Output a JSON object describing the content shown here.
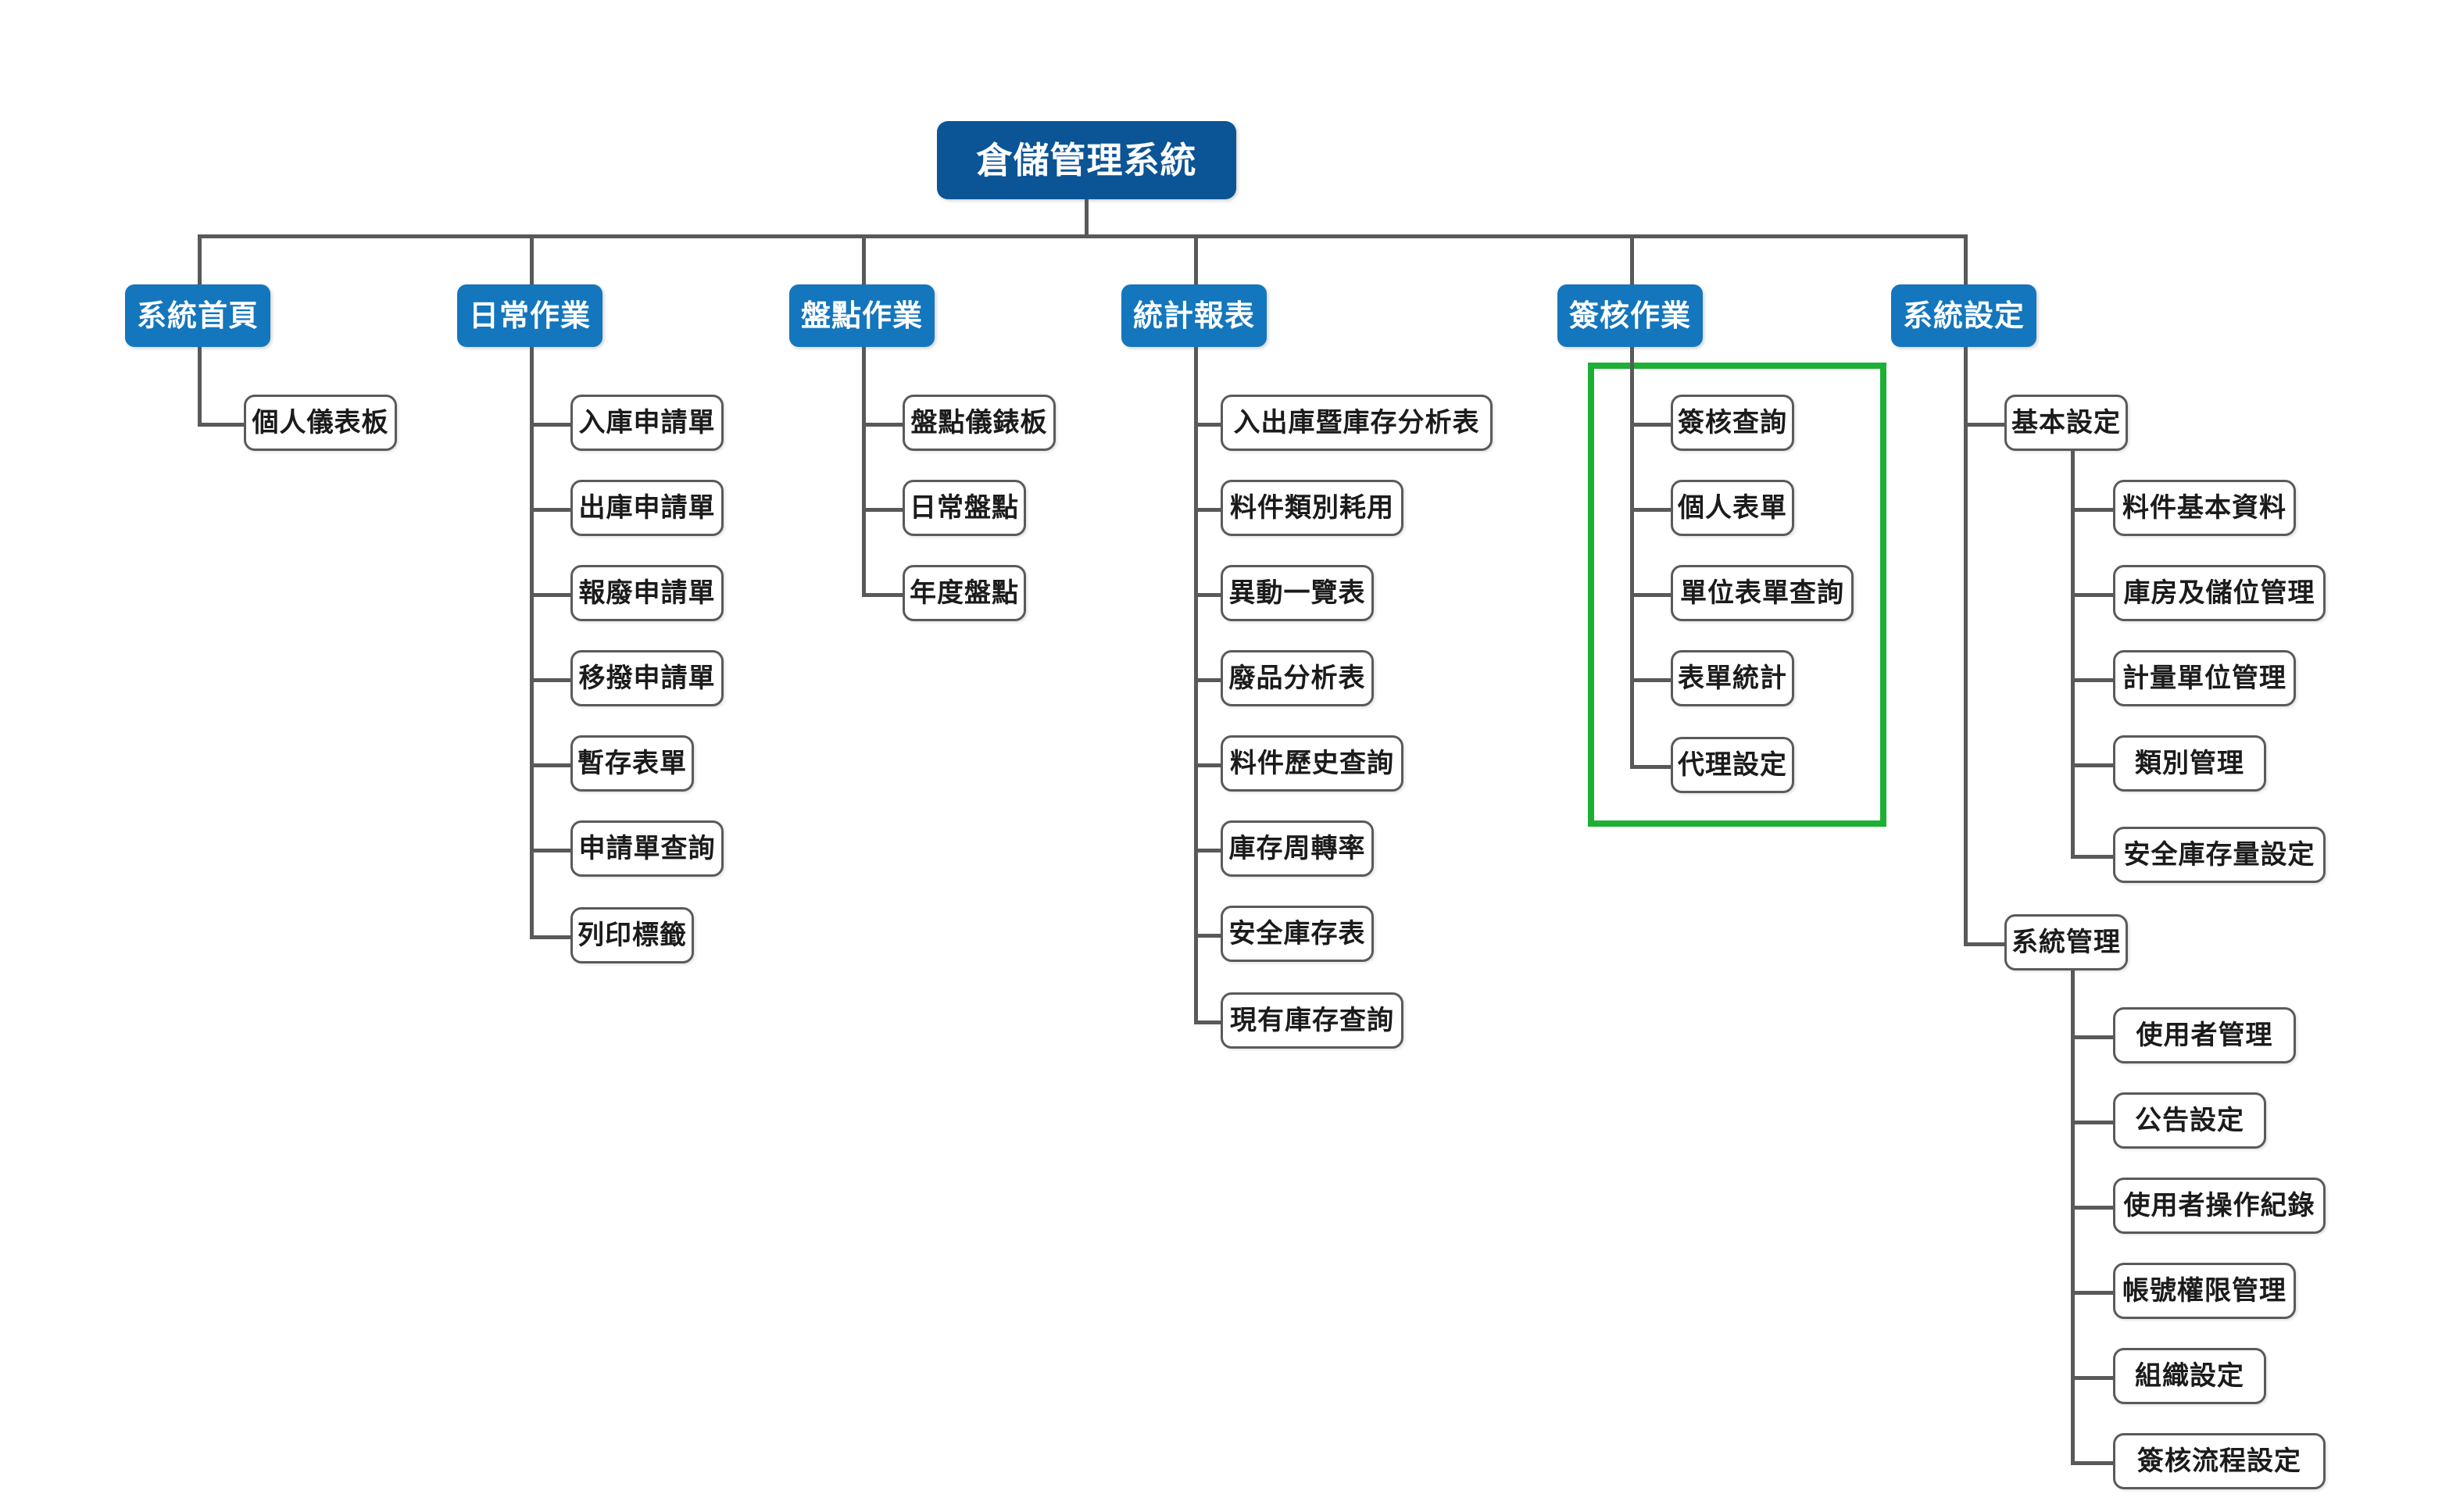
{
  "diagram": {
    "title": "倉儲管理系統",
    "type": "organization-chart",
    "root": {
      "label": "倉儲管理系統"
    },
    "highlight": {
      "color": "#1db034",
      "target_branch": "簽核作業"
    },
    "colors": {
      "root_fill": "#0b5495",
      "level2_fill": "#1476bd",
      "leaf_fill": "#ffffff",
      "leaf_border": "#5a5a5a",
      "connector": "#595959",
      "highlight": "#1db034",
      "background": "#ffffff"
    },
    "branches": [
      {
        "label": "系統首頁",
        "children": [
          {
            "label": "個人儀表板"
          }
        ]
      },
      {
        "label": "日常作業",
        "children": [
          {
            "label": "入庫申請單"
          },
          {
            "label": "出庫申請單"
          },
          {
            "label": "報廢申請單"
          },
          {
            "label": "移撥申請單"
          },
          {
            "label": "暫存表單"
          },
          {
            "label": "申請單查詢"
          },
          {
            "label": "列印標籤"
          }
        ]
      },
      {
        "label": "盤點作業",
        "children": [
          {
            "label": "盤點儀錶板"
          },
          {
            "label": "日常盤點"
          },
          {
            "label": "年度盤點"
          }
        ]
      },
      {
        "label": "統計報表",
        "children": [
          {
            "label": "入出庫暨庫存分析表"
          },
          {
            "label": "料件類別耗用"
          },
          {
            "label": "異動一覽表"
          },
          {
            "label": "廢品分析表"
          },
          {
            "label": "料件歷史查詢"
          },
          {
            "label": "庫存周轉率"
          },
          {
            "label": "安全庫存表"
          },
          {
            "label": "現有庫存查詢"
          }
        ]
      },
      {
        "label": "簽核作業",
        "highlighted": true,
        "children": [
          {
            "label": "簽核查詢"
          },
          {
            "label": "個人表單"
          },
          {
            "label": "單位表單查詢"
          },
          {
            "label": "表單統計"
          },
          {
            "label": "代理設定"
          }
        ]
      },
      {
        "label": "系統設定",
        "children": [
          {
            "label": "基本設定",
            "children": [
              {
                "label": "料件基本資料"
              },
              {
                "label": "庫房及儲位管理"
              },
              {
                "label": "計量單位管理"
              },
              {
                "label": "類別管理"
              },
              {
                "label": "安全庫存量設定"
              }
            ]
          },
          {
            "label": "系統管理",
            "children": [
              {
                "label": "使用者管理"
              },
              {
                "label": "公告設定"
              },
              {
                "label": "使用者操作紀錄"
              },
              {
                "label": "帳號權限管理"
              },
              {
                "label": "組織設定"
              },
              {
                "label": "簽核流程設定"
              }
            ]
          }
        ]
      }
    ]
  }
}
